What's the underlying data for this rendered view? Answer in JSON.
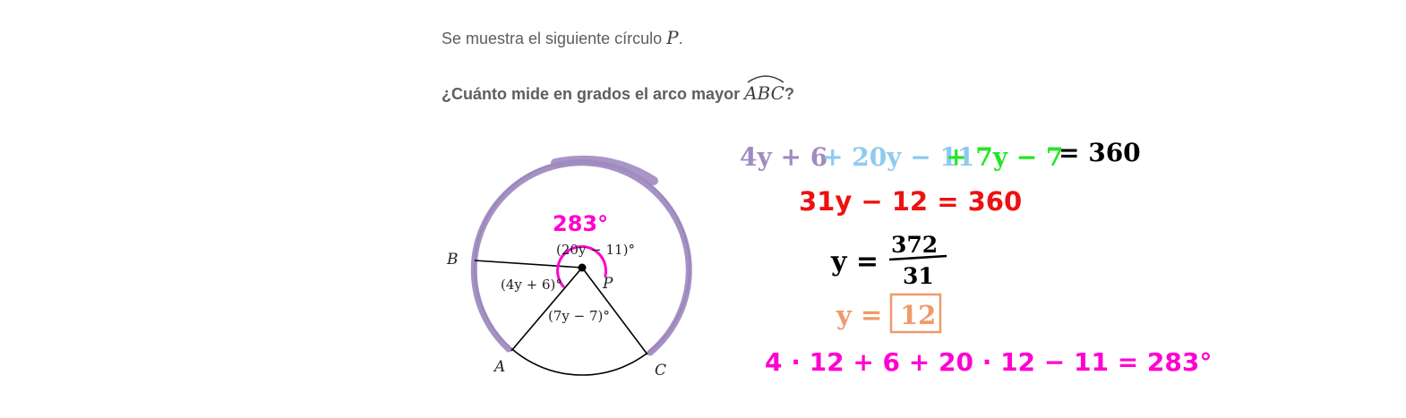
{
  "problem": {
    "statement_text": "Se muestra el siguiente círculo",
    "statement_var": "P",
    "statement_end": ".",
    "question_text": "¿Cuánto mide en grados el arco mayor",
    "question_arc": "ABC",
    "question_end": "?"
  },
  "figure": {
    "point_a": "A",
    "point_b": "B",
    "point_c": "C",
    "center_p": "P",
    "angle_bp": "(20y − 11)°",
    "angle_left": "(4y + 6)°",
    "angle_bottom": "(7y − 7)°",
    "annotation_arc": "283°",
    "highlight_color": "#a08bc0",
    "annotation_color": "#ff00d0"
  },
  "work": {
    "line1": {
      "part1": "4y + 6",
      "part2": "+ 20y − 11",
      "part3": "+ 7y − 7",
      "part4": "= 360"
    },
    "line2": "31y − 12 = 360",
    "line3": {
      "lhs": "y =",
      "num": "372",
      "den": "31"
    },
    "line4": {
      "lhs": "y =",
      "boxed": "12"
    },
    "line5": "4 · 12 + 6 + 20 · 12 − 11 = 283°",
    "colors": {
      "purple": "#a08bc0",
      "blue": "#8ccbef",
      "green": "#22e622",
      "black": "#000000",
      "red": "#ee1111",
      "orange": "#f09a6a",
      "magenta": "#ff00d0"
    }
  }
}
